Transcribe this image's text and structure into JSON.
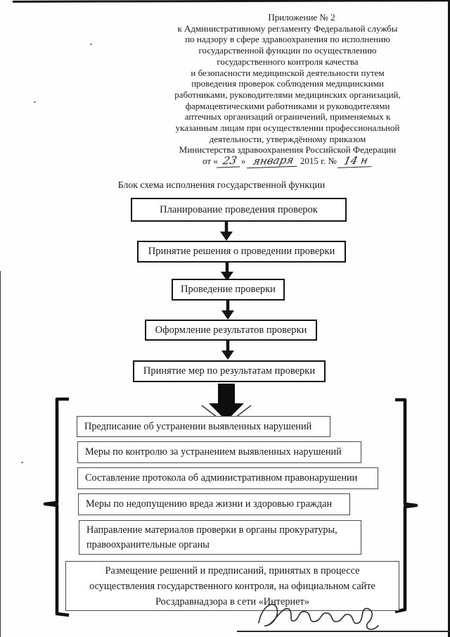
{
  "document": {
    "appendix": "Приложение № 2",
    "header_lines": [
      "к  Административному  регламенту Федеральной службы",
      "по надзору в сфере здравоохранения по исполнению",
      "государственной функции по осуществлению",
      "государственного контроля качества",
      "и безопасности медицинской деятельности путем",
      "проведения проверок соблюдения медицинскими",
      "работниками, руководителями медицинских организаций,",
      "фармацевтическими работниками и руководителями",
      "аптечных организаций ограничений, применяемых к",
      "указанным лицам при осуществлении профессиональной",
      "деятельности, утверждённому приказом",
      "Министерства здравоохранения Российской Федерации"
    ],
    "date_line": {
      "from_label": "от «",
      "day_handwritten": "23",
      "close_quote": "»",
      "month_handwritten": "января",
      "year_label": "2015 г. №",
      "number_handwritten": "14 н"
    },
    "diagram_title": "Блок схема исполнения государственной функции",
    "flow_steps": [
      "Планирование  проведения проверок",
      "Принятие решения о проведении проверки",
      "Проведение проверки",
      "Оформление результатов проверки",
      "Принятие мер по результатам проверки"
    ],
    "result_measures": [
      "Предписание об устранении выявленных нарушений",
      "Меры по контролю за устранением выявленных нарушений",
      "Составление протокола об административном правонарушении",
      "Меры по недопущению вреда жизни и здоровью граждан",
      "Направление материалов проверки в органы прокуратуры, правоохранительные органы",
      "Размещение решений и предписаний, принятых  в процессе осуществления государственного контроля, на официальном сайте Росздравнадзора в сети «Интернет»"
    ],
    "icons": {
      "down_arrow": "filled black down arrow",
      "big_down_arrow": "large filled black down arrow with thin chevron",
      "left_brace": "tall left bracket with outward nub",
      "right_brace": "tall right bracket with outward nub",
      "signature": "handwritten cursive signature"
    },
    "colors": {
      "ink": "#1a1a1a",
      "thick_border": "#141414",
      "thin_border": "#4a4a4a",
      "paper": "#fefefe"
    }
  }
}
